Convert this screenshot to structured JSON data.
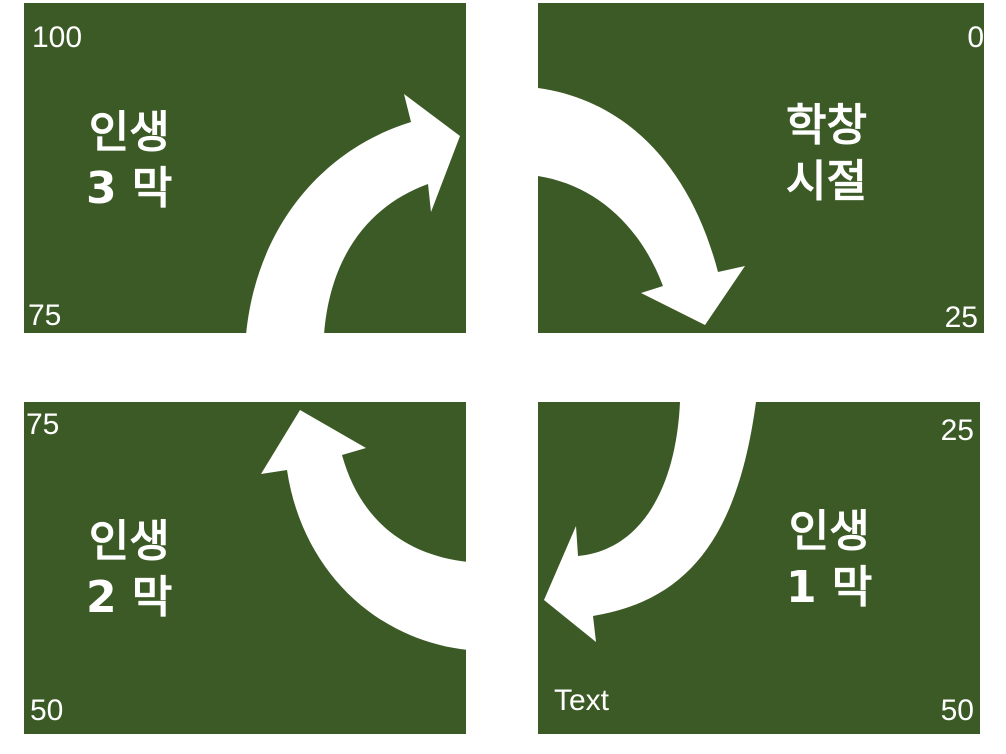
{
  "colors": {
    "quadrant_bg": "#3c5a26",
    "arrow": "#ffffff",
    "text": "#ffffff"
  },
  "quadrants": {
    "top_left": {
      "title_line1": "인생",
      "title_line2": "3 막",
      "corner_top": "100",
      "corner_bottom": "75"
    },
    "top_right": {
      "title_line1": "학창",
      "title_line2": "시절",
      "corner_top": "0",
      "corner_bottom": "25"
    },
    "bottom_left": {
      "title_line1": "인생",
      "title_line2": "2 막",
      "corner_top": "75",
      "corner_bottom": "50"
    },
    "bottom_right": {
      "title_line1": "인생",
      "title_line2": "1 막",
      "corner_top": "25",
      "corner_bottom": "50",
      "extra_label": "Text"
    }
  },
  "arrows": [
    {
      "icon": "curved-arrow-icon",
      "direction": "clockwise"
    },
    {
      "icon": "curved-arrow-icon",
      "direction": "clockwise"
    },
    {
      "icon": "curved-arrow-icon",
      "direction": "clockwise"
    },
    {
      "icon": "curved-arrow-icon",
      "direction": "clockwise"
    }
  ]
}
